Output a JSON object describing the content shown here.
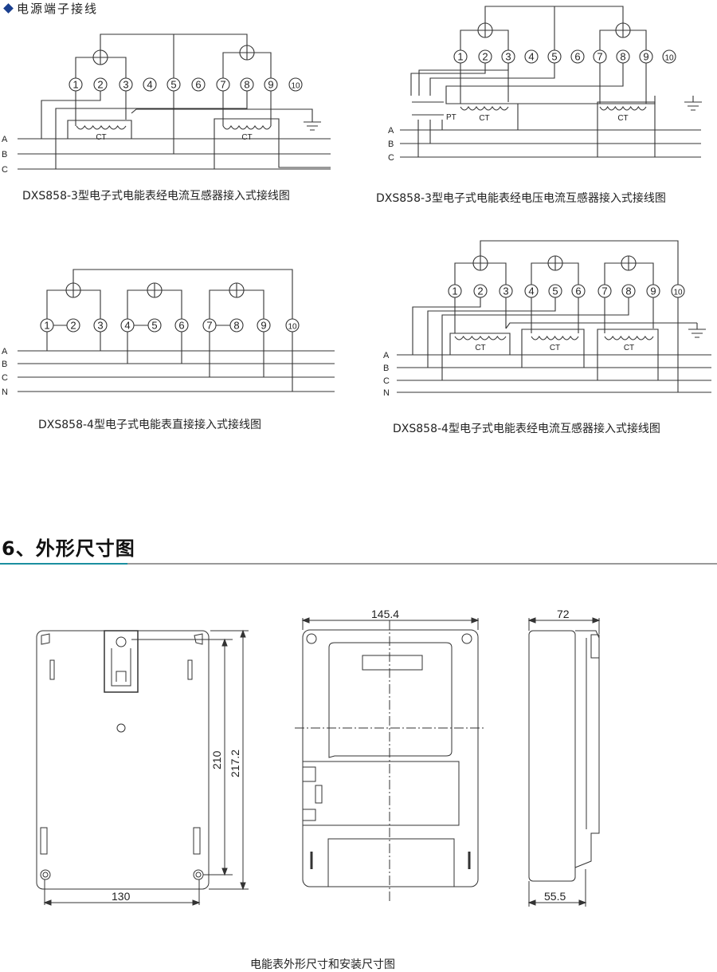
{
  "header": {
    "title": "电源端子接线"
  },
  "diagrams": [
    {
      "caption": "DXS858-3型电子式电能表经电流互感器接入式接线图",
      "phases": [
        "A",
        "B",
        "C"
      ],
      "terminals": [
        "1",
        "2",
        "3",
        "4",
        "5",
        "6",
        "7",
        "8",
        "9",
        "10"
      ],
      "ct_label": "CT"
    },
    {
      "caption": "DXS858-3型电子式电能表经电压电流互感器接入式接线图",
      "phases": [
        "A",
        "B",
        "C"
      ],
      "terminals": [
        "1",
        "2",
        "3",
        "4",
        "5",
        "6",
        "7",
        "8",
        "9",
        "10"
      ],
      "ct_label": "CT",
      "pt_label": "PT"
    },
    {
      "caption": "DXS858-4型电子式电能表直接接入式接线图",
      "phases": [
        "A",
        "B",
        "C",
        "N"
      ],
      "terminals": [
        "1",
        "2",
        "3",
        "4",
        "5",
        "6",
        "7",
        "8",
        "9",
        "10"
      ]
    },
    {
      "caption": "DXS858-4型电子式电能表经电流互感器接入式接线图",
      "phases": [
        "A",
        "B",
        "C",
        "N"
      ],
      "terminals": [
        "1",
        "2",
        "3",
        "4",
        "5",
        "6",
        "7",
        "8",
        "9",
        "10"
      ],
      "ct_label": "CT"
    }
  ],
  "section": {
    "title": "6、外形尺寸图"
  },
  "dimensions": {
    "back_width": "130",
    "back_hole_height": "210",
    "back_height": "217.2",
    "front_width": "145.4",
    "side_depth": "72",
    "side_base": "55.5"
  },
  "figure_caption": "电能表外形尺寸和安装尺寸图",
  "colors": {
    "accent": "#1b8fa0",
    "bullet": "#1a3f8f",
    "line": "#333333"
  }
}
